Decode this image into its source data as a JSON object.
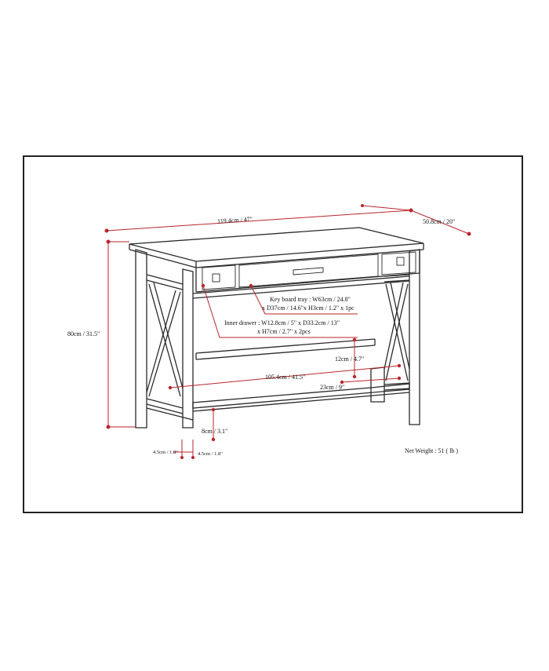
{
  "dimensions": {
    "width": "119.4cm / 47\"",
    "depth": "50.8cm / 20\"",
    "height": "80cm / 31.5\"",
    "keyboard_tray_line1": "Key board tray : W63cm / 24.8\"",
    "keyboard_tray_line2": "x D37cm / 14.6\"x H3cm / 1.2\" x 1pc",
    "inner_drawer_line1": "Inner drawer : W12.8cm / 5\" x D33.2cm / 13\"",
    "inner_drawer_line2": "x H7cm / 2.7\" x 2pcs",
    "shelf_gap": "12cm / 4.7\"",
    "shelf_width": "105.4cm / 41.5\"",
    "shelf_depth": "23cm / 9\"",
    "leg_clearance": "8cm / 3.1\"",
    "leg_width_left": "4.5cm / 1.8\"",
    "leg_width_right": "4.5cm / 1.8\""
  },
  "net_weight": "Net Weight : 51 ( lb )",
  "colors": {
    "dimension_lines": "#b8262c",
    "drawing_lines": "#2a2a2a",
    "frame": "#222222"
  }
}
